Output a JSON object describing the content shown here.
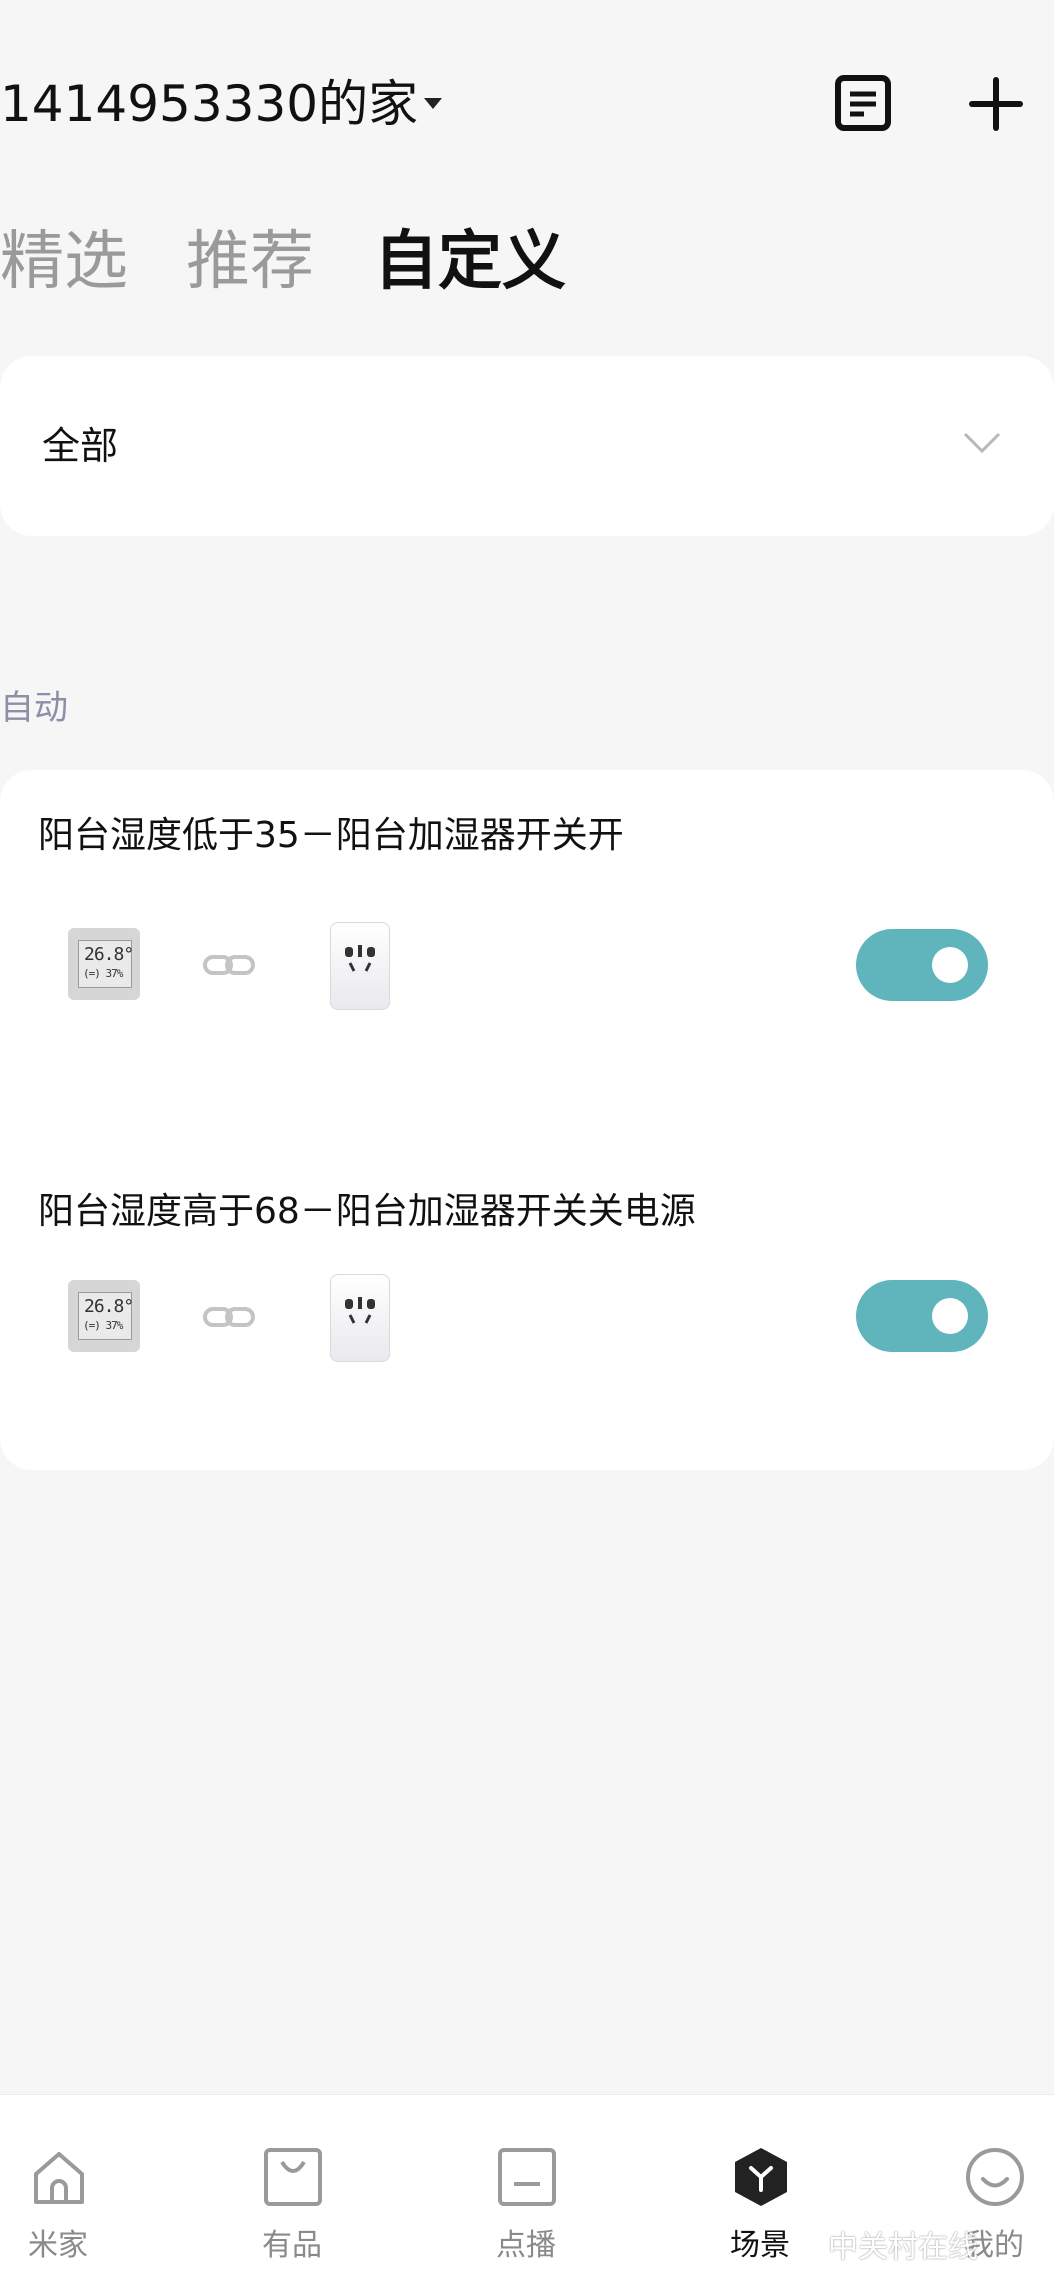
{
  "header": {
    "home_name": "1414953330的家",
    "notes_icon": "notes-icon",
    "add_icon": "plus-icon"
  },
  "tabs": [
    {
      "label": "精选",
      "active": false
    },
    {
      "label": "推荐",
      "active": false
    },
    {
      "label": "自定义",
      "active": true
    }
  ],
  "filter": {
    "selected": "全部",
    "icon": "chevron-down-icon"
  },
  "section": {
    "title": "自动"
  },
  "scenes": [
    {
      "title": "阳台湿度低于35－阳台加湿器开关开",
      "sensor_display": {
        "line1": "26.8°",
        "line2": "(=) 37%"
      },
      "enabled": true
    },
    {
      "title": "阳台湿度高于68－阳台加湿器开关关电源",
      "sensor_display": {
        "line1": "26.8°",
        "line2": "(=) 37%"
      },
      "enabled": true
    }
  ],
  "colors": {
    "toggle_on": "#60b5bd",
    "section_title": "#8a90a8",
    "background": "#f6f6f6"
  },
  "bottom_nav": [
    {
      "label": "米家",
      "icon": "home-icon",
      "active": false
    },
    {
      "label": "有品",
      "icon": "shopping-bag-icon",
      "active": false
    },
    {
      "label": "点播",
      "icon": "video-icon",
      "active": false
    },
    {
      "label": "场景",
      "icon": "scene-cube-icon",
      "active": true
    },
    {
      "label": "我的",
      "icon": "smiley-icon",
      "active": false
    }
  ],
  "watermark": "中关村在线"
}
